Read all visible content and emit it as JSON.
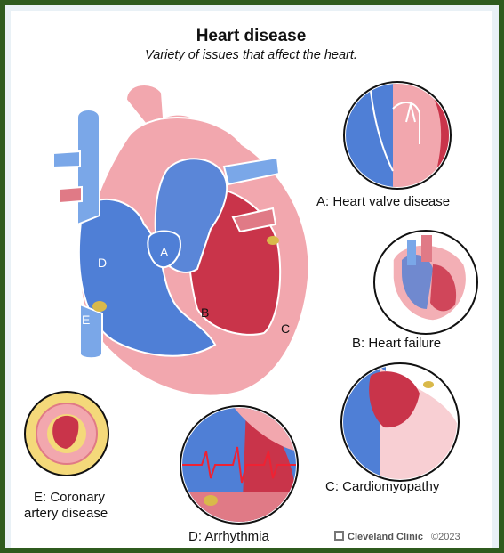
{
  "title": "Heart disease",
  "subtitle": "Variety of issues that affect the heart.",
  "main_labels": {
    "a": "A",
    "b": "B",
    "c": "C",
    "d": "D",
    "e": "E"
  },
  "insets": [
    {
      "caption": "A: Heart valve disease"
    },
    {
      "caption": "B: Heart failure"
    },
    {
      "caption": "C: Cardiomyopathy"
    },
    {
      "caption": "D: Arrhythmia"
    },
    {
      "caption_line1": "E: Coronary",
      "caption_line2": "artery disease"
    }
  ],
  "credit": {
    "brand": "Cleveland Clinic",
    "year": "©2023"
  },
  "colors": {
    "frame": "#2f5b1e",
    "blue": "#4f7fd6",
    "light_blue": "#7aa7e8",
    "red": "#c9344a",
    "pink": "#f2a7ae",
    "light_pink": "#f8cfd3",
    "yellow": "#f4d97a"
  }
}
